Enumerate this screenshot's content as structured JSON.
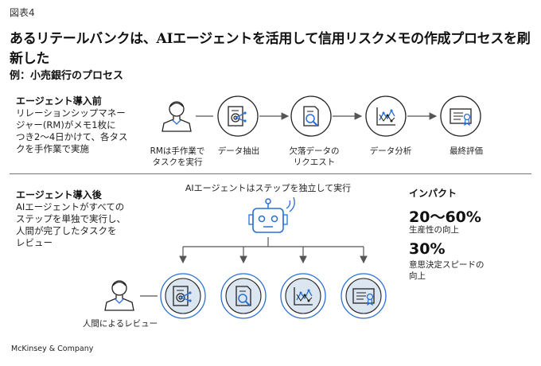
{
  "figure_label": "図表4",
  "title": "あるリテールバンクは、AIエージェントを活用して信用リスクメモの作成プロセスを刷新した",
  "subtitle": "例：小売銀行のプロセス",
  "before": {
    "heading": "エージェント導入前",
    "desc_lines": [
      "リレーションシップマネー",
      "ジャー(RM)がメモ1枚に",
      "つき2〜4日かけて、各タス",
      "クを手作業で実施"
    ],
    "steps": [
      {
        "icon": "person-icon",
        "label_lines": [
          "RMは手作業で",
          "タスクを実行"
        ]
      },
      {
        "icon": "document-target-icon",
        "label_lines": [
          "データ抽出"
        ]
      },
      {
        "icon": "document-search-icon",
        "label_lines": [
          "欠落データの",
          "リクエスト"
        ]
      },
      {
        "icon": "line-chart-icon",
        "label_lines": [
          "データ分析"
        ]
      },
      {
        "icon": "certificate-icon",
        "label_lines": [
          "最終評価"
        ]
      }
    ]
  },
  "after": {
    "heading": "エージェント導入後",
    "desc_lines": [
      "AIエージェントがすべての",
      "ステップを単独で実行し、",
      "人間が完了したタスクを",
      "レビュー"
    ],
    "agent_caption": "AIエージェントはステップを独立して実行",
    "reviewer_label": "人間によるレビュー",
    "steps": [
      {
        "icon": "document-target-icon"
      },
      {
        "icon": "document-search-icon"
      },
      {
        "icon": "line-chart-icon"
      },
      {
        "icon": "certificate-icon"
      }
    ]
  },
  "impact": {
    "heading": "インパクト",
    "items": [
      {
        "value": "20〜60%",
        "label_lines": [
          "生産性の向上"
        ]
      },
      {
        "value": "30%",
        "label_lines": [
          "意思決定スピードの",
          "向上"
        ]
      }
    ]
  },
  "footer": "McKinsey & Company",
  "colors": {
    "accent": "#2a6fd6",
    "circle_fill": "#dbe6f0",
    "line": "#555555"
  }
}
